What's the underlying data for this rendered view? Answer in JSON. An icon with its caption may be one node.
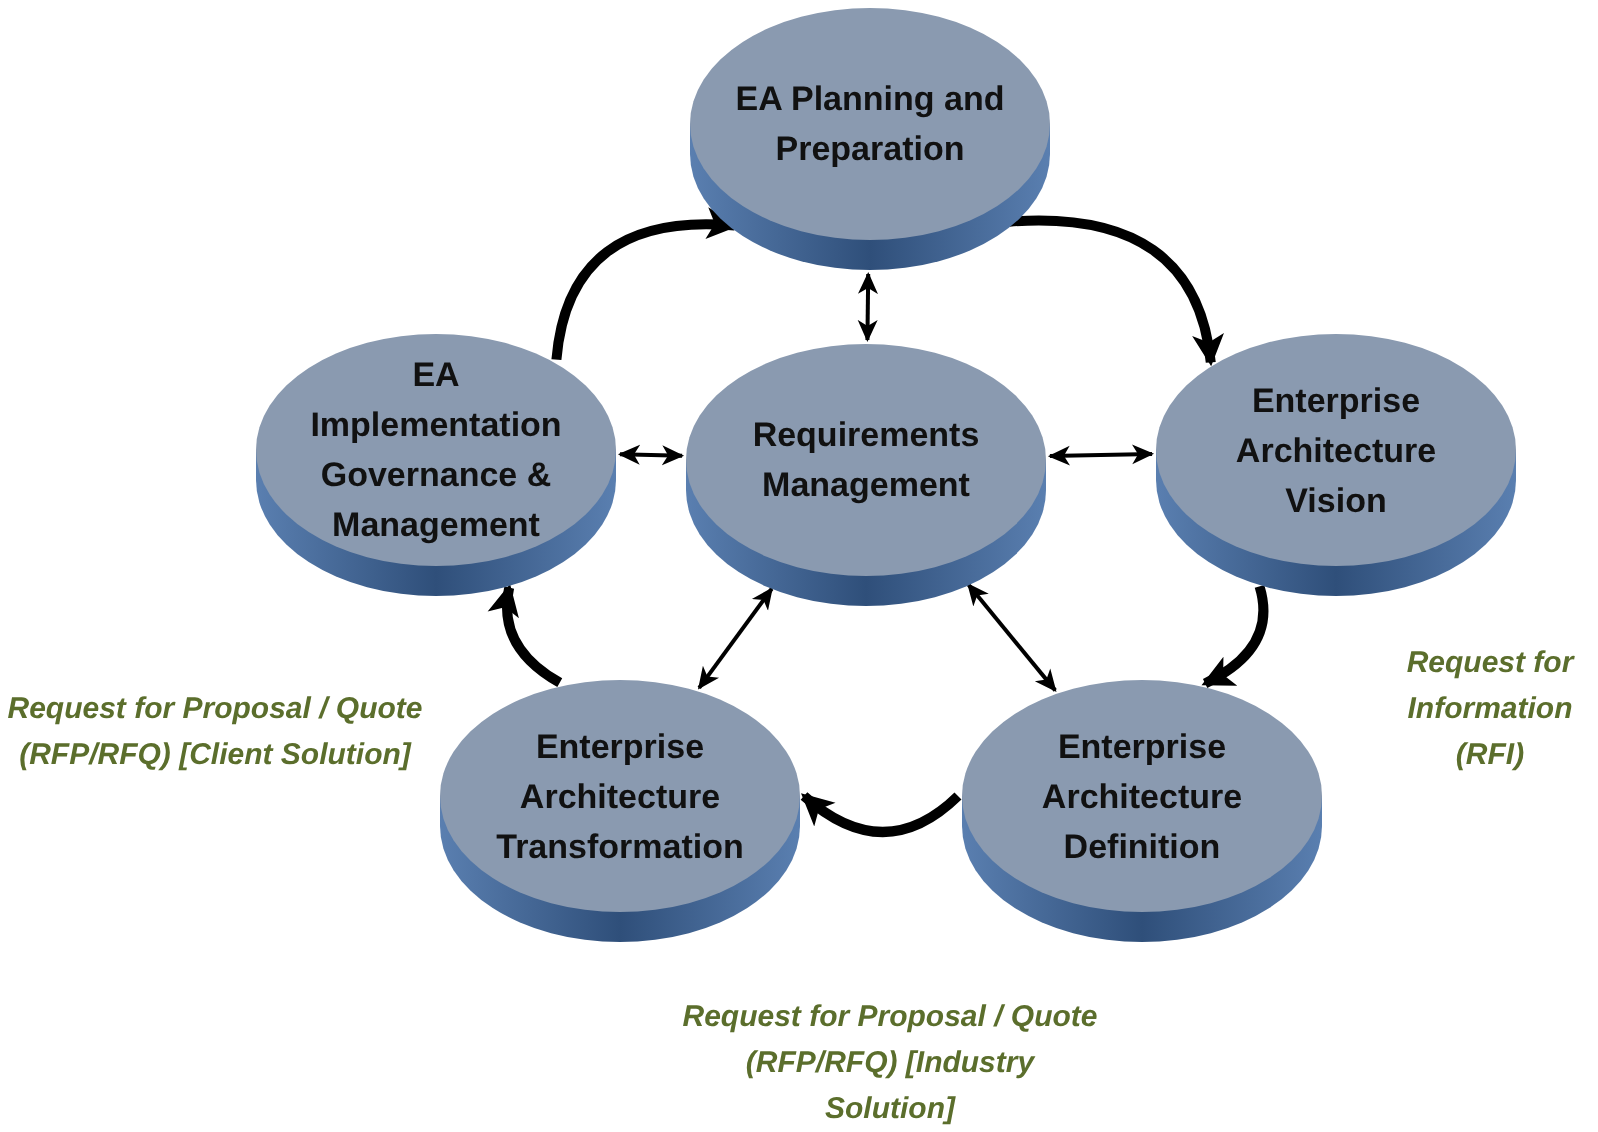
{
  "diagram": {
    "nodes": [
      {
        "text": [
          "EA Planning and Preparation"
        ]
      },
      {
        "text": [
          "EA Implementation Governance & Management"
        ]
      },
      {
        "text": [
          "Requirements Management"
        ]
      },
      {
        "text": [
          "Enterprise Architecture Vision"
        ]
      },
      {
        "text": [
          "Enterprise Architecture Transformation"
        ]
      },
      {
        "text": [
          "Enterprise Architecture Definition"
        ]
      }
    ],
    "edges": [
      {
        "from": 0,
        "to": 3,
        "arrow": "to",
        "style": "thick"
      },
      {
        "from": 3,
        "to": 5,
        "arrow": "to",
        "style": "thick"
      },
      {
        "from": 5,
        "to": 4,
        "arrow": "to",
        "style": "thick"
      },
      {
        "from": 4,
        "to": 1,
        "arrow": "to",
        "style": "thick"
      },
      {
        "from": 1,
        "to": 0,
        "arrow": "to",
        "style": "thick"
      },
      {
        "from": 2,
        "to": 0,
        "arrow": "both"
      },
      {
        "from": 2,
        "to": 1,
        "arrow": "both"
      },
      {
        "from": 2,
        "to": 3,
        "arrow": "both"
      },
      {
        "from": 2,
        "to": 4,
        "arrow": "both"
      },
      {
        "from": 2,
        "to": 5,
        "arrow": "both"
      }
    ],
    "labels": [
      "Request for Information (RFI)",
      "Request for Proposal / Quote (RFP/RFQ) [Client Solution]",
      "Request for Proposal / Quote (RFP/RFQ) [Industry Solution]"
    ]
  }
}
